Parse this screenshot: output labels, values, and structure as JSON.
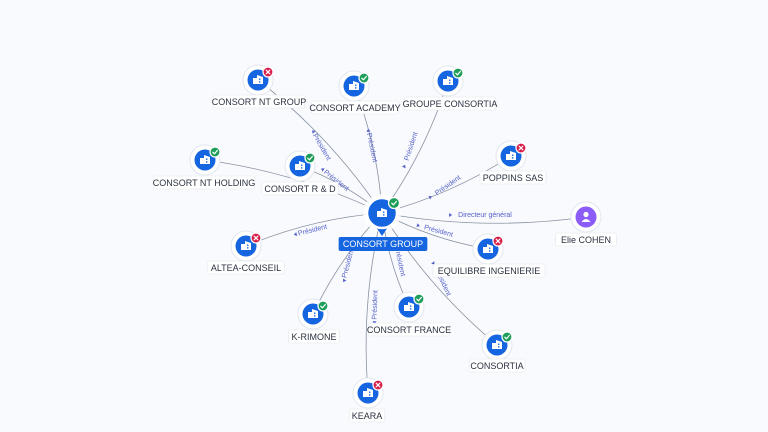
{
  "graph": {
    "center": {
      "label": "CONSORT GROUP",
      "status": "ok"
    },
    "nodes": [
      {
        "id": "ntgroup",
        "label": "CONSORT NT GROUP",
        "status": "ko",
        "type": "company"
      },
      {
        "id": "academy",
        "label": "CONSORT ACADEMY",
        "status": "ok",
        "type": "company"
      },
      {
        "id": "groupe",
        "label": "GROUPE CONSORTIA",
        "status": "ok",
        "type": "company"
      },
      {
        "id": "poppins",
        "label": "POPPINS SAS",
        "status": "ko",
        "type": "company"
      },
      {
        "id": "ntholding",
        "label": "CONSORT NT HOLDING",
        "status": "ok",
        "type": "company"
      },
      {
        "id": "rd",
        "label": "CONSORT R & D",
        "status": "ok",
        "type": "company"
      },
      {
        "id": "altea",
        "label": "ALTEA-CONSEIL",
        "status": "ko",
        "type": "company"
      },
      {
        "id": "equilibre",
        "label": "EQUILIBRE INGENIERIE",
        "status": "ko",
        "type": "company"
      },
      {
        "id": "elie",
        "label": "Elie COHEN",
        "status": "",
        "type": "person"
      },
      {
        "id": "krimone",
        "label": "K-RIMONE",
        "status": "ok",
        "type": "company"
      },
      {
        "id": "france",
        "label": "CONSORT FRANCE",
        "status": "ok",
        "type": "company"
      },
      {
        "id": "consortia",
        "label": "CONSORTIA",
        "status": "ok",
        "type": "company"
      },
      {
        "id": "keara",
        "label": "KEARA",
        "status": "ko",
        "type": "company"
      }
    ],
    "edges": [
      {
        "to": "ntgroup",
        "label": "Président"
      },
      {
        "to": "academy",
        "label": "Président"
      },
      {
        "to": "groupe",
        "label": "Président"
      },
      {
        "to": "poppins",
        "label": "Président"
      },
      {
        "to": "ntholding",
        "label": ""
      },
      {
        "to": "rd",
        "label": "Président"
      },
      {
        "to": "altea",
        "label": "Président"
      },
      {
        "to": "equilibre",
        "label": "Président"
      },
      {
        "to": "elie",
        "label": "Directeur général"
      },
      {
        "to": "krimone",
        "label": "Président"
      },
      {
        "to": "france",
        "label": "Président"
      },
      {
        "to": "consortia",
        "label": "Président"
      },
      {
        "to": "keara",
        "label": "Président"
      }
    ],
    "colors": {
      "accent": "#1565e0",
      "ok": "#1e9e5a",
      "ko": "#d6204a",
      "person": "#8b5cf6",
      "edge_label": "#5561c9"
    }
  }
}
